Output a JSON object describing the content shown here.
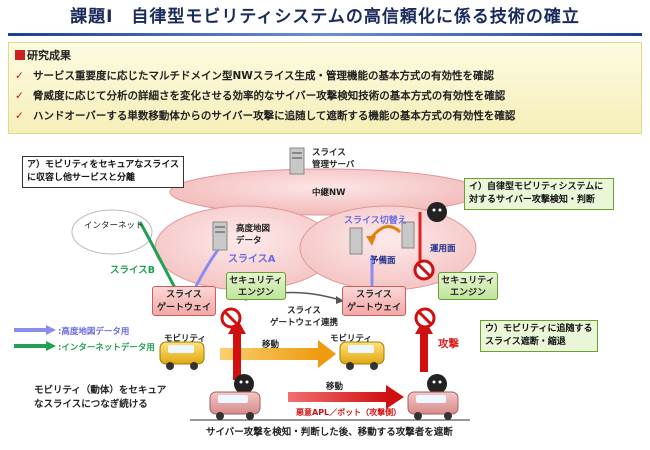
{
  "title": "課題Ⅰ　自律型モビリティシステムの高信頼化に係る技術の確立",
  "results": {
    "heading": "研究成果",
    "items": [
      "サービス重要度に応じたマルチドメイン型NWスライス生成・管理機能の基本方式の有効性を確認",
      "脅威度に応じて分析の詳細さを変化させる効率的なサイバー攻撃検知技術の基本方式の有効性を確認",
      "ハンドオーバーする単数移動体からのサイバー攻撃に追随して遮断する機能の基本方式の有効性を確認"
    ],
    "check_symbol": "✓"
  },
  "diagram": {
    "server_label_1": "スライス",
    "server_label_2": "管理サーバ",
    "core_nw": "中継NW",
    "internet": "インターネット",
    "hd_map_1": "高度地図",
    "hd_map_2": "データ",
    "slice_a": "スライスA",
    "slice_b": "スライスB",
    "slice_switch": "スライス切替え",
    "standby": "予備面",
    "operation": "運用面",
    "gateway_left_1": "スライス",
    "gateway_left_2": "ゲートウェイ",
    "gateway_right_1": "スライス",
    "gateway_right_2": "ゲートウェイ",
    "security_left_1": "セキュリティ",
    "security_left_2": "エンジン",
    "security_right_1": "セキュリティ",
    "security_right_2": "エンジン",
    "gw_link_1": "スライス",
    "gw_link_2": "ゲートウェイ連携",
    "mobility_left": "モビリティ",
    "mobility_right": "モビリティ",
    "move_top": "移動",
    "move_bottom": "移動",
    "attack": "攻撃",
    "malware": "悪意APL／ボット（攻撃側）",
    "bottom_caption": "サイバー攻撃を検知・判断した後、移動する攻撃者を遮断",
    "callout_a_1": "ア）モビリティをセキュアなスライス",
    "callout_a_2": "に収容し他サービスと分離",
    "callout_i_1": "イ）自律型モビリティシステムに",
    "callout_i_2": "対するサイバー攻撃検知・判断",
    "callout_u_1": "ウ）モビリティに追随する",
    "callout_u_2": "スライス遮断・縮退",
    "legend_hd": ":高度地図データ用",
    "legend_inet": ":インターネットデータ用",
    "left_note_1": "モビリティ（動体）をセキュア",
    "left_note_2": "なスライスにつなぎ続ける"
  },
  "colors": {
    "title": "#1a2a5a",
    "check": "#c01818",
    "hd_map_line": "#8a8cf0",
    "internet_line": "#20a050",
    "attack_red": "#e02020",
    "move_orange": "#f0a020"
  }
}
